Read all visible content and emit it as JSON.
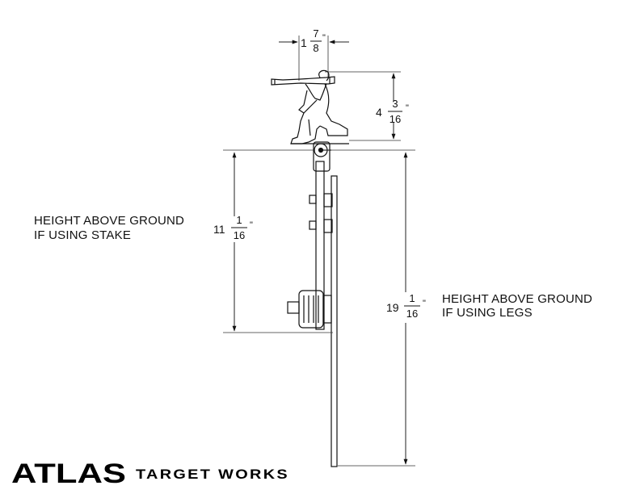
{
  "dimensions": {
    "top_width": {
      "whole": "1",
      "num": "7",
      "den": "8",
      "unit": "\""
    },
    "silhouette_height": {
      "whole": "4",
      "num": "3",
      "den": "16",
      "unit": "\""
    },
    "stake_height": {
      "whole": "11",
      "num": "1",
      "den": "16",
      "unit": "\""
    },
    "legs_height": {
      "whole": "19",
      "num": "1",
      "den": "16",
      "unit": "\""
    }
  },
  "labels": {
    "stake_line1": "HEIGHT ABOVE GROUND",
    "stake_line2": "IF USING STAKE",
    "legs_line1": "HEIGHT ABOVE GROUND",
    "legs_line2": "IF USING LEGS"
  },
  "brand": {
    "name": "ATLAS",
    "tagline": "TARGET WORKS"
  }
}
